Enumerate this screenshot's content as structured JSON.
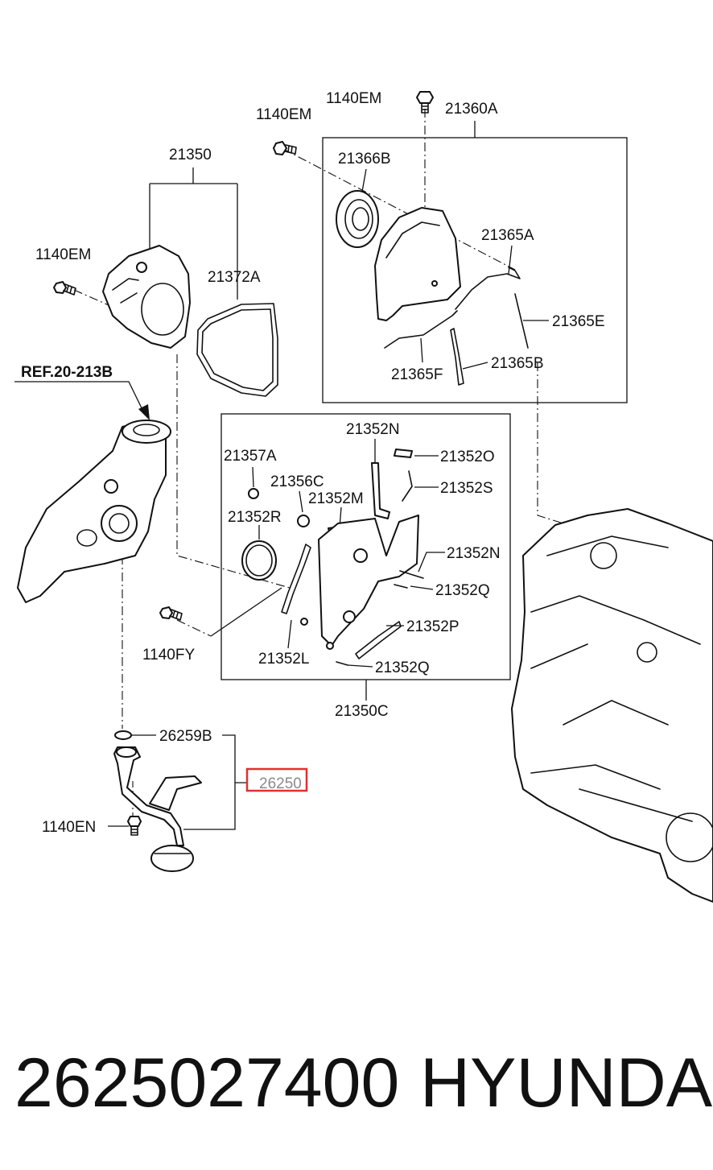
{
  "labels": {
    "l_1140em_top": "1140EM",
    "l_21360a": "21360A",
    "l_1140em_mid": "1140EM",
    "l_21366b": "21366B",
    "l_21350": "21350",
    "l_21365a": "21365A",
    "l_1140em_left": "1140EM",
    "l_21372a": "21372A",
    "l_21365e": "21365E",
    "l_21365b": "21365B",
    "l_21365f": "21365F",
    "l_ref": "REF.20-213B",
    "l_21352n_top": "21352N",
    "l_21357a": "21357A",
    "l_21352o": "21352O",
    "l_21356c": "21356C",
    "l_21352s": "21352S",
    "l_21352m": "21352M",
    "l_21352r": "21352R",
    "l_21352n_mid": "21352N",
    "l_21352q_mid": "21352Q",
    "l_21352p": "21352P",
    "l_1140fy": "1140FY",
    "l_21352l": "21352L",
    "l_21352q_bot": "21352Q",
    "l_21350c": "21350C",
    "l_26259b": "26259B",
    "l_26250": "26250",
    "l_1140en": "1140EN"
  },
  "highlight": {
    "part_number": "26250",
    "color": "#e03030"
  },
  "footer": {
    "part_number": "2625027400",
    "brand": "HYUNDAI"
  }
}
